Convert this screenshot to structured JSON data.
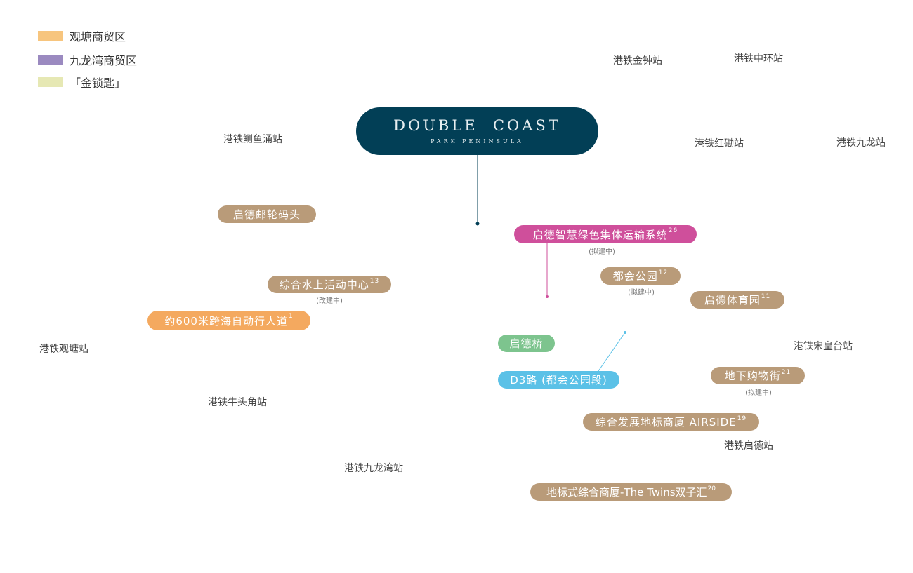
{
  "legend": [
    {
      "label": "观塘商贸区",
      "color": "#f7c57e"
    },
    {
      "label": "九龙湾商贸区",
      "color": "#9b8ac0"
    },
    {
      "label": "「金锁匙」",
      "color": "#e6e8b4"
    }
  ],
  "project": {
    "title": "DOUBLE  COAST",
    "subtitle": "PARK PENINSULA"
  },
  "stations": {
    "admiralty": "港铁金钟站",
    "central": "港铁中环站",
    "quarry_bay": "港铁鲗鱼涌站",
    "hung_hom": "港铁红磡站",
    "kowloon": "港铁九龙站",
    "kwun_tong": "港铁观塘站",
    "sung_wong_toi": "港铁宋皇台站",
    "ngau_tau_kok": "港铁牛头角站",
    "kai_tak": "港铁启德站",
    "kowloon_bay": "港铁九龙湾站"
  },
  "landmarks": {
    "cruise": {
      "label": "启德邮轮码头"
    },
    "transit": {
      "label": "启德智慧绿色集体运输系统",
      "ref": "26",
      "note": "(拟建中)",
      "color": "#cf4f9b"
    },
    "metro_park": {
      "label": "都会公园",
      "ref": "12",
      "note": "(拟建中)"
    },
    "water_sports": {
      "label": "综合水上活动中心",
      "ref": "13",
      "note": "(改建中)"
    },
    "sports_park": {
      "label": "启德体育园",
      "ref": "11"
    },
    "walkway": {
      "label": "约600米跨海自动行人道",
      "ref": "1",
      "color": "#f4a95f"
    },
    "bridge": {
      "label": "启德桥",
      "color": "#7dc48e"
    },
    "d3": {
      "label": "D3路 (都会公园段)",
      "color": "#5bc1e7"
    },
    "mall": {
      "label": "地下购物街",
      "ref": "21",
      "note": "(拟建中)"
    },
    "airside": {
      "label": "综合发展地标商厦 AIRSIDE",
      "ref": "19"
    },
    "twins": {
      "label": "地标式综合商厦-The Twins双子汇",
      "ref": "20"
    }
  }
}
